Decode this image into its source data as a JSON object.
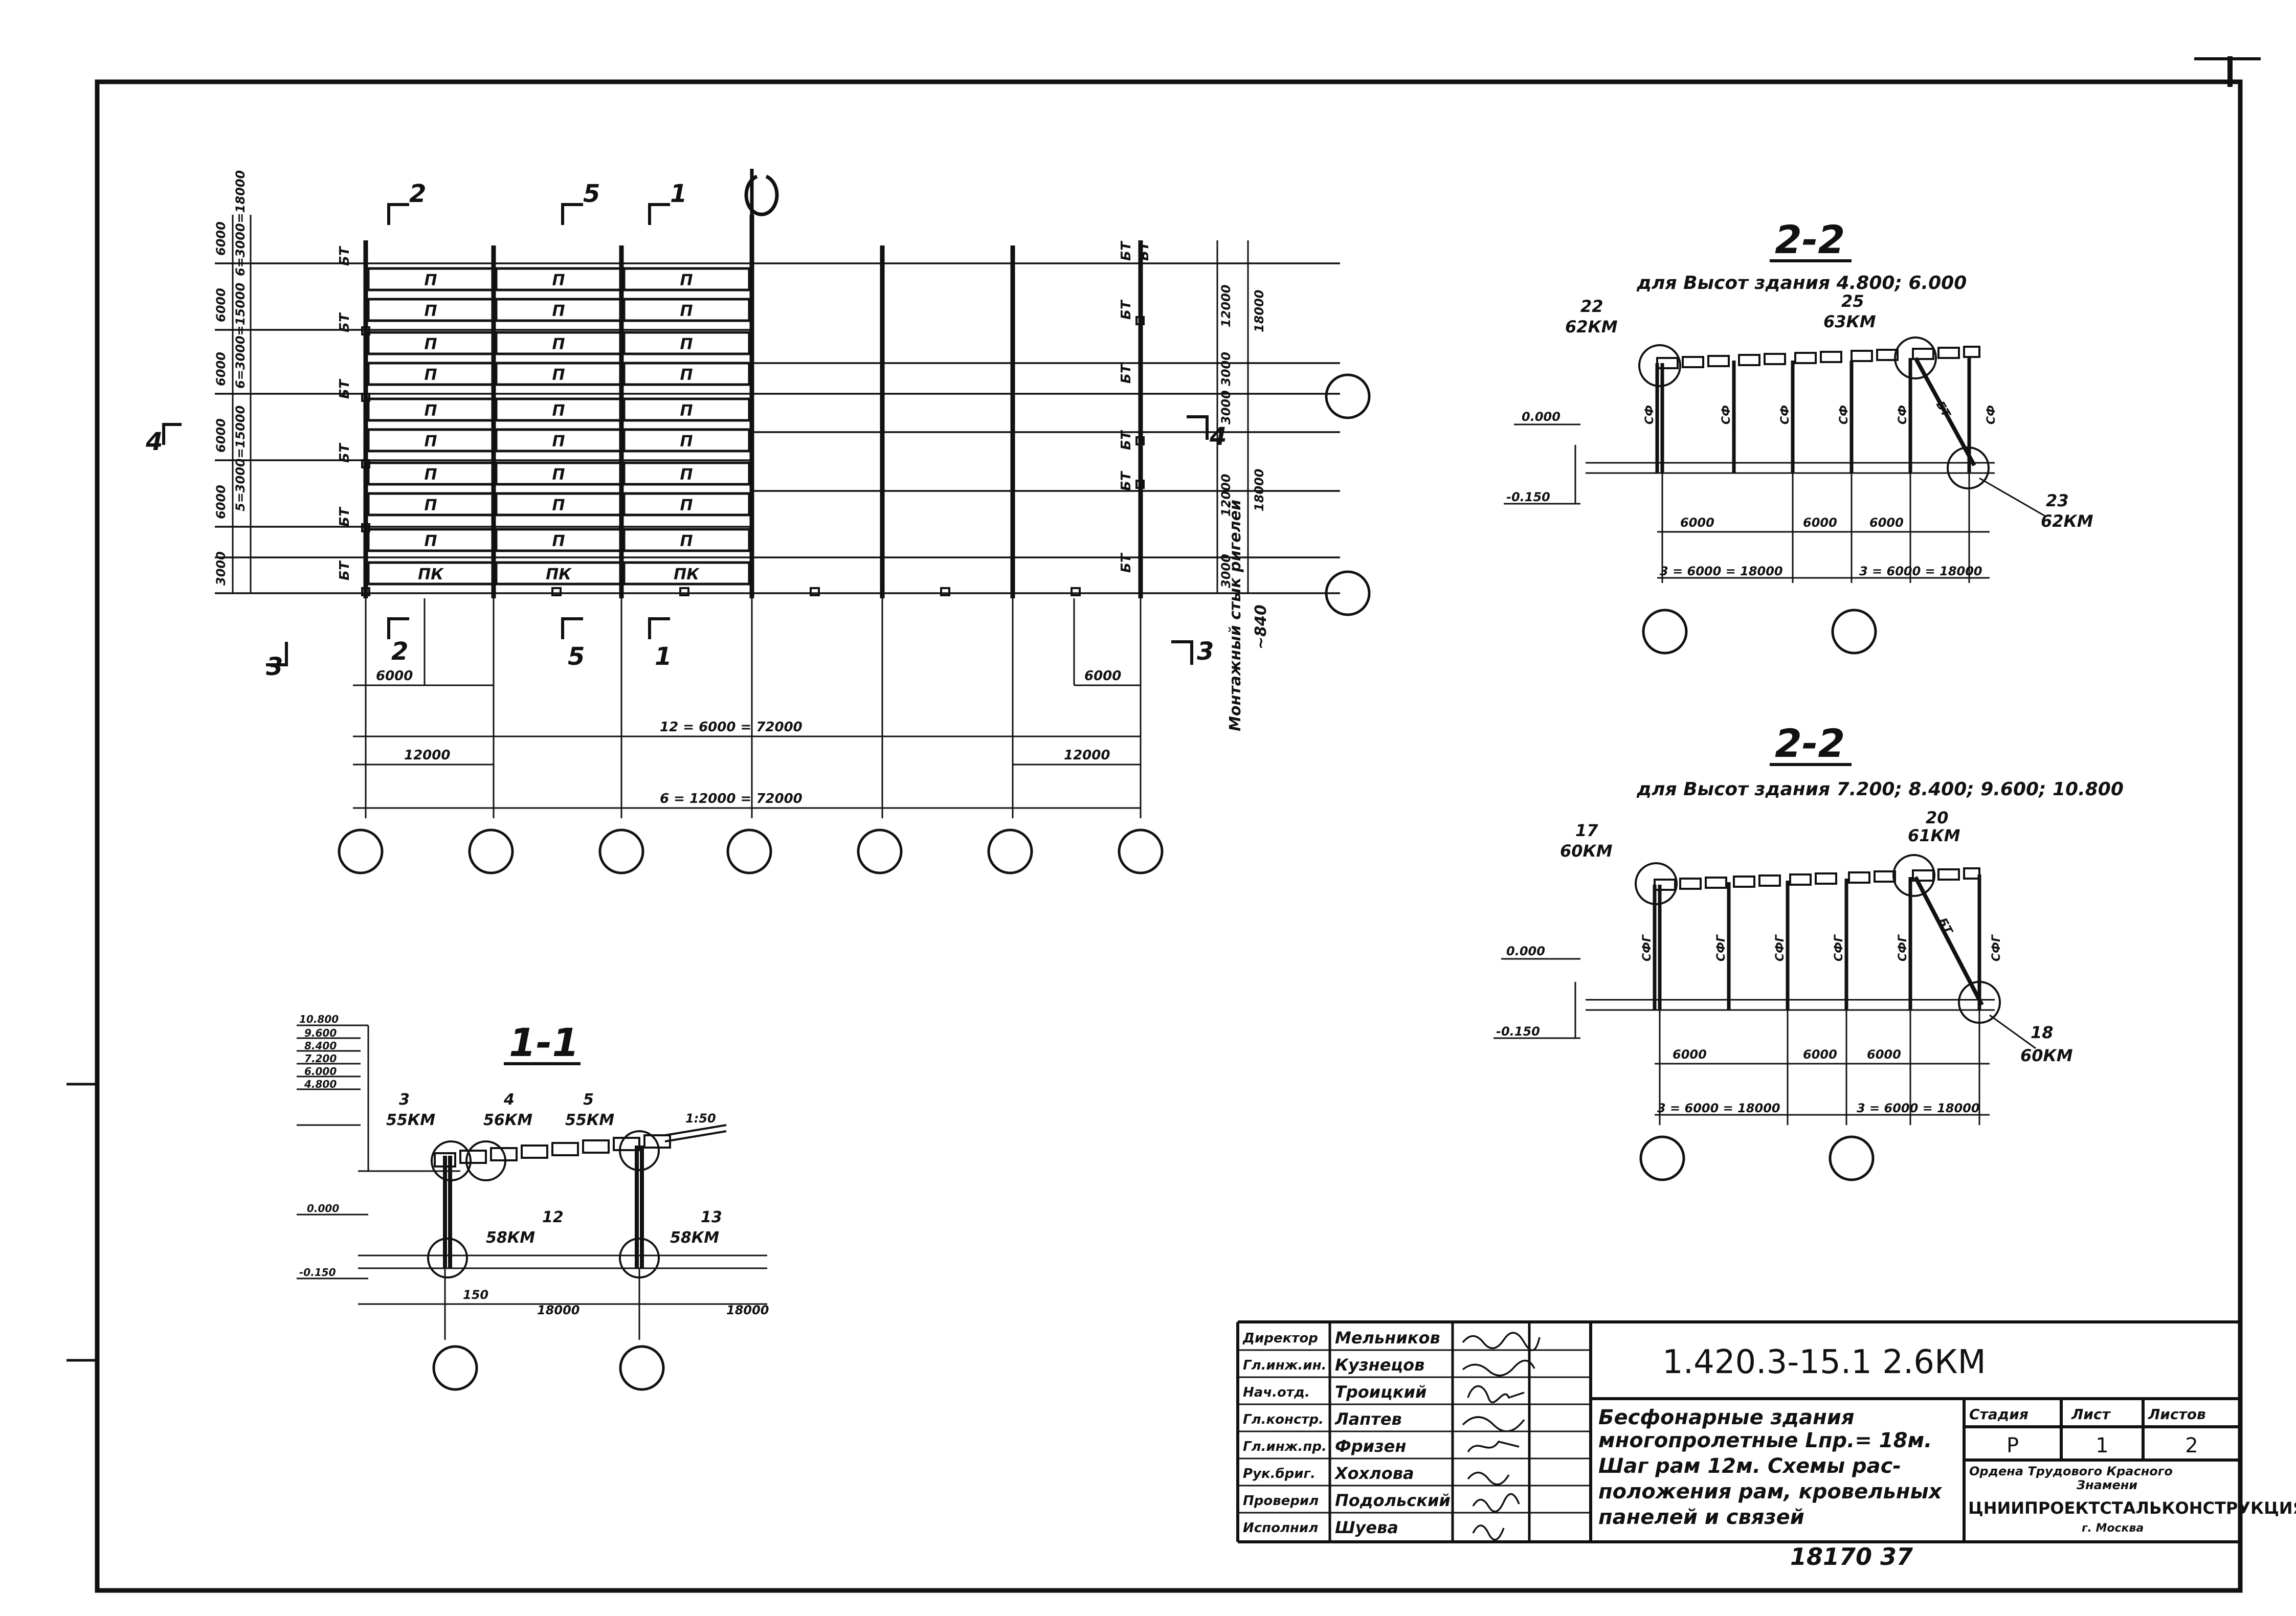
{
  "plan": {
    "cut_marks": {
      "top": [
        "2",
        "5",
        "1"
      ],
      "bottom": [
        "2",
        "5",
        "1"
      ],
      "left": "4",
      "left_bottom": "3",
      "right": "4",
      "right_bottom": "3"
    },
    "left_dims": [
      "6000",
      "6000",
      "6000",
      "6000",
      "6000",
      "6000",
      "3000"
    ],
    "left_groups": [
      "6=3000=18000",
      "6=3000=15000",
      "5=3000=15000"
    ],
    "beam_label": "БТ",
    "panel_label": "П",
    "edge_panel_label": "ПК",
    "right_dims_a": [
      "12000",
      "3000 3000",
      "12000",
      "3000"
    ],
    "right_dims_b": [
      "18000",
      "18000"
    ],
    "mounting_note": "Монтажный стык ригелей",
    "mounting_offset": "~840",
    "bottom_dims": {
      "d1_left": "6000",
      "d1_right": "6000",
      "total1": "12 = 6000 = 72000",
      "d2_left": "12000",
      "d2_right": "12000",
      "total2": "6 = 12000 = 72000"
    }
  },
  "section_11": {
    "title": "1-1",
    "levels": [
      "10.800",
      "9.600",
      "8.400",
      "7.200",
      "6.000",
      "4.800"
    ],
    "level_zero": "0.000",
    "level_minus": "-0.150",
    "nodes": [
      {
        "num": "3",
        "code": "55КМ"
      },
      {
        "num": "4",
        "code": "56КМ"
      },
      {
        "num": "5",
        "code": "55КМ"
      },
      {
        "num": "12",
        "code": "58КМ"
      },
      {
        "num": "13",
        "code": "58КМ"
      }
    ],
    "slope": "1:50",
    "dim_offset": "150",
    "spans": [
      "18000",
      "18000"
    ]
  },
  "section_22a": {
    "title": "2-2",
    "subtitle": "для  Высот  здания  4.800; 6.000",
    "nodes": [
      {
        "num": "22",
        "code": "62КМ"
      },
      {
        "num": "25",
        "code": "63КМ"
      },
      {
        "num": "23",
        "code": "62КМ"
      }
    ],
    "column_label": "СФ",
    "brace_label": "БТ",
    "level_zero": "0.000",
    "level_minus": "-0.150",
    "dims": [
      "6000",
      "6000",
      "6000"
    ],
    "totals": [
      "3 = 6000 = 18000",
      "3 = 6000 = 18000"
    ]
  },
  "section_22b": {
    "title": "2-2",
    "subtitle": "для  Высот  здания  7.200; 8.400; 9.600; 10.800",
    "nodes": [
      {
        "num": "17",
        "code": "60КМ"
      },
      {
        "num": "20",
        "code": "61КМ"
      },
      {
        "num": "18",
        "code": "60КМ"
      }
    ],
    "column_label": "СФГ",
    "brace_label": "БТ",
    "level_zero": "0.000",
    "level_minus": "-0.150",
    "dims": [
      "6000",
      "6000",
      "6000"
    ],
    "totals": [
      "3 = 6000 = 18000",
      "3 = 6000 = 18000"
    ]
  },
  "title_block": {
    "roles": [
      "Директор",
      "Гл.инж.ин.",
      "Нач.отд.",
      "Гл.констр.",
      "Гл.инж.пр.",
      "Рук.бриг.",
      "Проверил",
      "Исполнил"
    ],
    "names": [
      "Мельников",
      "Кузнецов",
      "Троицкий",
      "Лаптев",
      "Фризен",
      "Хохлова",
      "Подольский",
      "Шуева"
    ],
    "doc_code": "1.420.3-15.1  2.6КМ",
    "description_1": "Бесфонарные  здания",
    "description_2": "многопролетные  Lпр.= 18м.",
    "description_3": "Шаг  рам  12м.  Схемы  рас-",
    "description_4": "положения  рам,  кровельных",
    "description_5": "панелей  и  связей",
    "stage_h": "Стадия",
    "sheet_h": "Лист",
    "sheets_h": "Листов",
    "stage": "Р",
    "sheet": "1",
    "sheets": "2",
    "org_1": "Ордена  Трудового  Красного",
    "org_2": "Знамени",
    "org_3": "ЦНИИПРОЕКТСТАЛЬКОНСТРУКЦИЯ",
    "org_4": "г. Москва",
    "inv_number": "18170  37"
  }
}
